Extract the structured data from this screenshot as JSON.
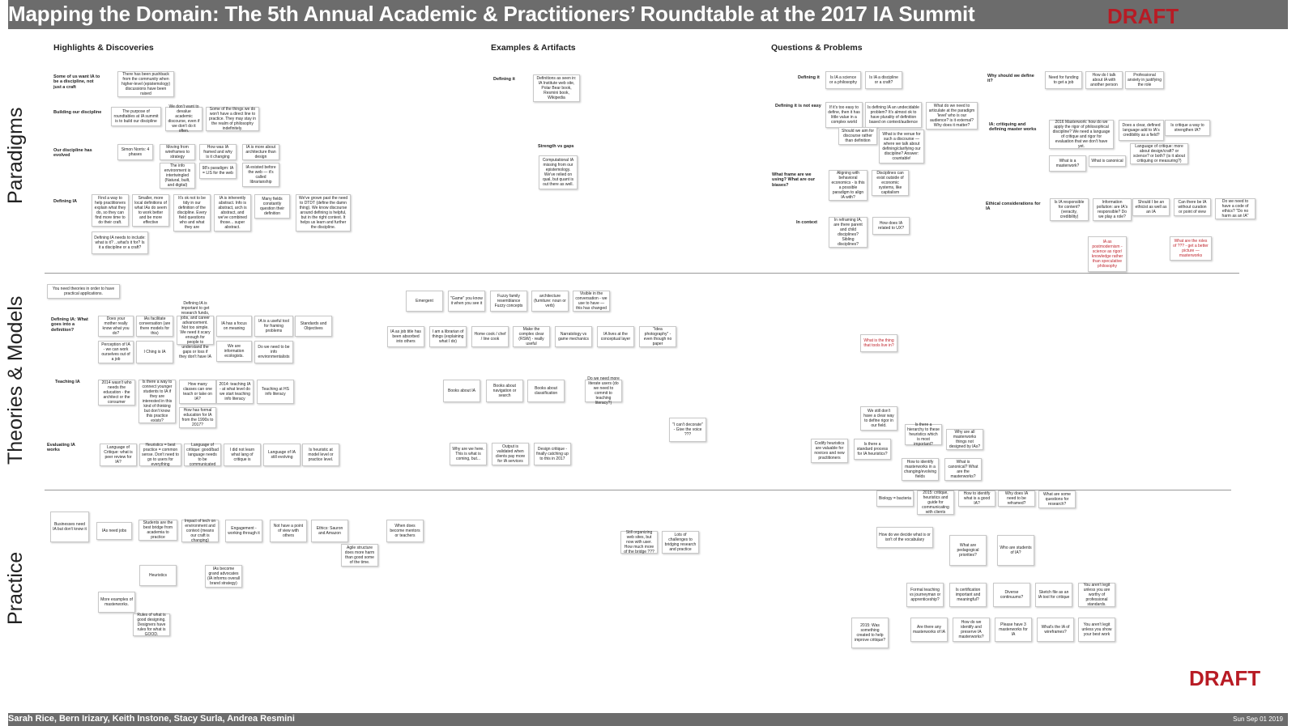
{
  "title": "Mapping the Domain: The 5th Annual Academic & Practitioners’ Roundtable at the 2017 IA Summit",
  "draft_top": "DRAFT",
  "draft_bottom": "DRAFT",
  "footer": {
    "authors": "Sarah Rice, Bern Irizary, Keith Instone, Stacy Surla, Andrea Resmini",
    "date": "Sun Sep 01 2019"
  },
  "columns": [
    "Highlights & Discoveries",
    "Examples & Artifacts",
    "Questions & Problems"
  ],
  "rows": [
    "Paradigms",
    "Theories & Models",
    "Practice"
  ],
  "labels": [
    "Some of us want IA to be a discipline, not just a craft",
    "Building our discipline",
    "Our discipline has evolved",
    "Defining IA",
    "Defining it",
    "Strength vs gaps",
    "Defining it",
    "Defining it is not easy",
    "What frame are we using? What are our biases?",
    "In context",
    "Why should we define it?",
    "IA: critiquing and defining master works",
    "Ethical considerations for IA",
    "Defining IA: What goes into a definition?",
    "Teaching IA",
    "Evaluating IA works"
  ],
  "notes": [
    "There has been pushback from the community when higher-level (epistemology) discussions have been raised",
    "The purpose of roundtables at IA summit is to build our discipline",
    "We don't want to devalue academic discourse, even if we don't do it often.",
    "Some of the things we do won't have a direct line to practice. They may stay in the realm of philosophy indefinitely.",
    "Simon Norris: 4 phases",
    "Moving from wireframes to strategy",
    "How was IA framed and why is it changing",
    "IA is more about architecture than design",
    "The info environment is intertwingled (Natural, built, and digital)",
    "98's paradigm: IA = LIS for the web",
    "IA existed before the web — it's called librarianship",
    "Find a way to help practitioners explain what they do, so they can find more time to do their craft.",
    "Smaller, more local definitions of what IAs do seem to work better and be more effective",
    "It's ok not to be tidy in our definition of the discipline. Every field questions who and what they are",
    "IA is inherently abstract. Info is abstract, arch is abstract, and we've combined those... super abstract.",
    "Many fields constantly question their definition",
    "We've grown past the need to DTDT (define the damn thing). We know discourse around defining is helpful, but in the right context. It helps us learn and further the discipline.",
    "Defining IA needs to include: what is it? ...what's it for? Is it a discipline or a craft?",
    "Definitions as seen in: IA Institute web site, Polar Bear book, Resmini book, Wikipedia",
    "Computational IA missing from our epistemology. We've relied on qual, but quant is out there as well.",
    "Is IA a science or a philosophy",
    "Is IA a discipline or a craft?",
    "If it's too easy to define, then it has little value in a complex world",
    "Is defining IA an undecidable problem? It's almost ok to have plurality of definition based on context/audience",
    "What do we need to articulate at the paradigm 'level' who is our audience? is it external? Why does it matter?",
    "Should we aim for discourse rather than definition",
    "What is the venue for such a discourse — where we talk about defining/clarifying our discipline? Answer: countable!",
    "Aligning with behavioral economics - is this a possible paradigm to align IA with?",
    "Disciplines can exist outside of economic systems, like capitalism",
    "In reframing IA, are there parent and child disciplines? Sibling disciplines?",
    "How does IA related to UX?",
    "Need for funding to get a job",
    "How do I talk about IA with another person",
    "Professional anxiety in justifying the role",
    "2016 Masterwork: how do we apply the rigor of philosophical discipline? We need a language of critique and rigor for evaluation that we don't have yet.",
    "Does a clear, defined language add to IA's credibility as a field?",
    "Is critique a way to strengthen IA?",
    "Language of critique: more about design/craft? or science? or both? (is it about critiquing or measuring?)",
    "What is a masterwork?",
    "What is canonical",
    "Is IA responsible for content? (veracity, credibility)",
    "Information pollution: are IA's responsible? Do we play a role?",
    "Should I be an ethicist as well as an IA",
    "Can there be IA without curation or point of view",
    "Do we need to have a code of ethics? \"Do no harm as an IA\"",
    "IA as postmodernism - science as rigor/ knowledge rather than speculative philosophy",
    "What are the roles of ??? - get a better picture — masterworks",
    "You need theories in order to have practical applications.",
    "Does your mother really know what you do?",
    "IAs facilitate conversation (are there models for this)",
    "Defining IA is important to get research funds, jobs, and career advancement. Not too simple. We need it scary enough for people to understand the gaps or loss if they don't have IA",
    "IA has a focus on meaning",
    "IA is a useful tool for framing problems",
    "Standards and Objectives",
    "Perception of IA - we can work ourselves out of a job",
    "I Ching is IA",
    "We are information ecologists.",
    "Do we need to be info environmentalists",
    "2014 wasn't who needs the education - the architect or the consumer",
    "Is there a way to connect younger students to IA if they are interested in this kind of thinking but don't know this practice exists?",
    "How many classes can one teach or take on IA?",
    "2014: teaching IA - at what level do we start teaching info literacy",
    "Teaching at HS info literacy",
    "How has formal education for IA from the 1990s to 2017?",
    "Language of Critique: what is peer review for IA?",
    "Heuristics = best practice = common sense. Don't need to go to users for everything",
    "Language of critique: good/bad language needs to be communicated",
    "I did not learn what lang of critique is",
    "Language of IA still evolving",
    "Is heuristic at model level or practice level.",
    "Emergent",
    "\"Game\" you know it when you see it",
    "Fuzzy family resemblance Fuzzy concepts",
    "architecture (furniture: noun or verb)",
    "Visible in the conversation - we use to have — this has changed",
    "IA as job title has been absorbed into others",
    "I am a librarian of things (explaining what I do)",
    "Home cook / chef / line cook",
    "Make the complex clear (RSW) - really useful",
    "Narratology vs game mechanics",
    "IA lives at the conceptual layer",
    "\"Idea photography\" - even though no paper",
    "What is the thing that tools live in?",
    "Books about IA",
    "Books about navigation or search",
    "Books about classification",
    "Do we need more literate users (do we need to commit to teaching literacy?)",
    "Why are we here. This is what is coming, but...",
    "Output is validated when clients pay more for IA services",
    "Design critique - finally catching up to this in 2017",
    "\"I can't decorate\" - Give the voice ???",
    "We still don't have a clear way to define rigor in our field.",
    "Is there a hierarchy to these heuristics which is most important?",
    "Why are all masterworks things not designed by IAs?",
    "Codify heuristics are valuable for novices and new practitioners",
    "Is there a standard process for IA heuristics?",
    "How to identify masterworks in a changing/evolving fields",
    "What is canonical? What are the masterworks?",
    "Businesses need IA but don't know it",
    "IAs need jobs",
    "Students are the best bridge from academia to practice",
    "Impact of tech on environment and context (means our craft is changing)",
    "Engagement - working through it",
    "Not have a point of view with others",
    "Ethics: Sauron and Amazon",
    "When does become mentors or teachers",
    "Agile structure does more harm than good some of the time.",
    "Heuristics",
    "IAs become grand advocates (IA informs overall brand strategy)",
    "More examples of masterworks.",
    "Rules of what is good designing. Designers have rules for what is GOOD.",
    "Still organizing web sites, but now with user. How much more of the bridge ???",
    "Lots of challenges to bridging research and practice",
    "Biology = bacteria",
    "2015: critique, heuristics and guide for communicating with clients",
    "How to identify what is a good IA?",
    "Why does IA need to be reframed?",
    "What are some questions for research?",
    "How do we decide what is or isn't of the vocabulary",
    "What are pedagogical priorities?",
    "Who are students of IA?",
    "Formal teaching vs journeyman or apprenticeship?",
    "Is certification important and meaningful?",
    "Diverse continuums?",
    "Sketch file as an IA tool for critique",
    "You aren't legit unless you are worthy of professional standards.",
    "2015: Was something created to help improve critique?",
    "Are there any masterworks of IA",
    "How do we identify and preserve IA masterworks?",
    "Please have 3 masterworks for IA",
    "What's the IA of wireframes?",
    "You aren't legit unless you show your best work"
  ]
}
